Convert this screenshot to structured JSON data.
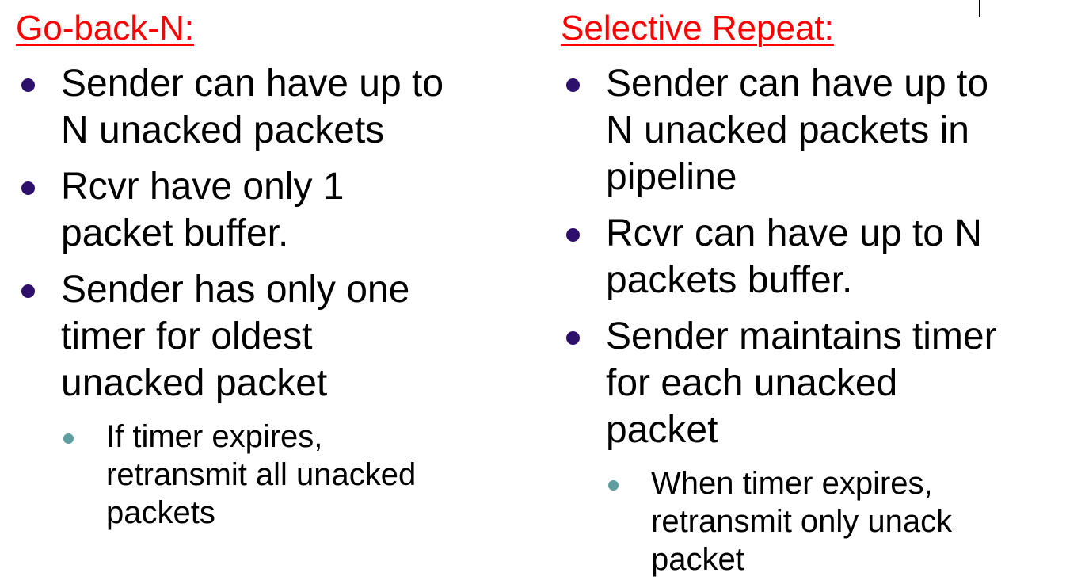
{
  "left": {
    "heading": "Go-back-N:",
    "items": [
      {
        "lines": [
          "Sender can have up to",
          "N unacked packets"
        ]
      },
      {
        "lines": [
          "Rcvr have only 1",
          "packet buffer."
        ]
      },
      {
        "lines": [
          "Sender has only one",
          "timer for oldest",
          "unacked packet"
        ]
      }
    ],
    "sub": {
      "lines": [
        "If timer expires,",
        "retransmit all unacked",
        "packets"
      ]
    }
  },
  "right": {
    "heading": "Selective Repeat:",
    "items": [
      {
        "lines": [
          "Sender can have up to",
          "N unacked packets in",
          "pipeline"
        ]
      },
      {
        "lines": [
          "Rcvr can have up to N",
          "packets buffer."
        ]
      },
      {
        "lines": [
          "Sender maintains timer",
          "for each unacked",
          "packet"
        ]
      }
    ],
    "sub": {
      "lines": [
        "When timer expires,",
        "retransmit only unack",
        "packet"
      ]
    }
  },
  "colors": {
    "heading": "#ff0000",
    "bullet": "#2e0f6b",
    "sub_bullet": "#5f9ea0"
  }
}
